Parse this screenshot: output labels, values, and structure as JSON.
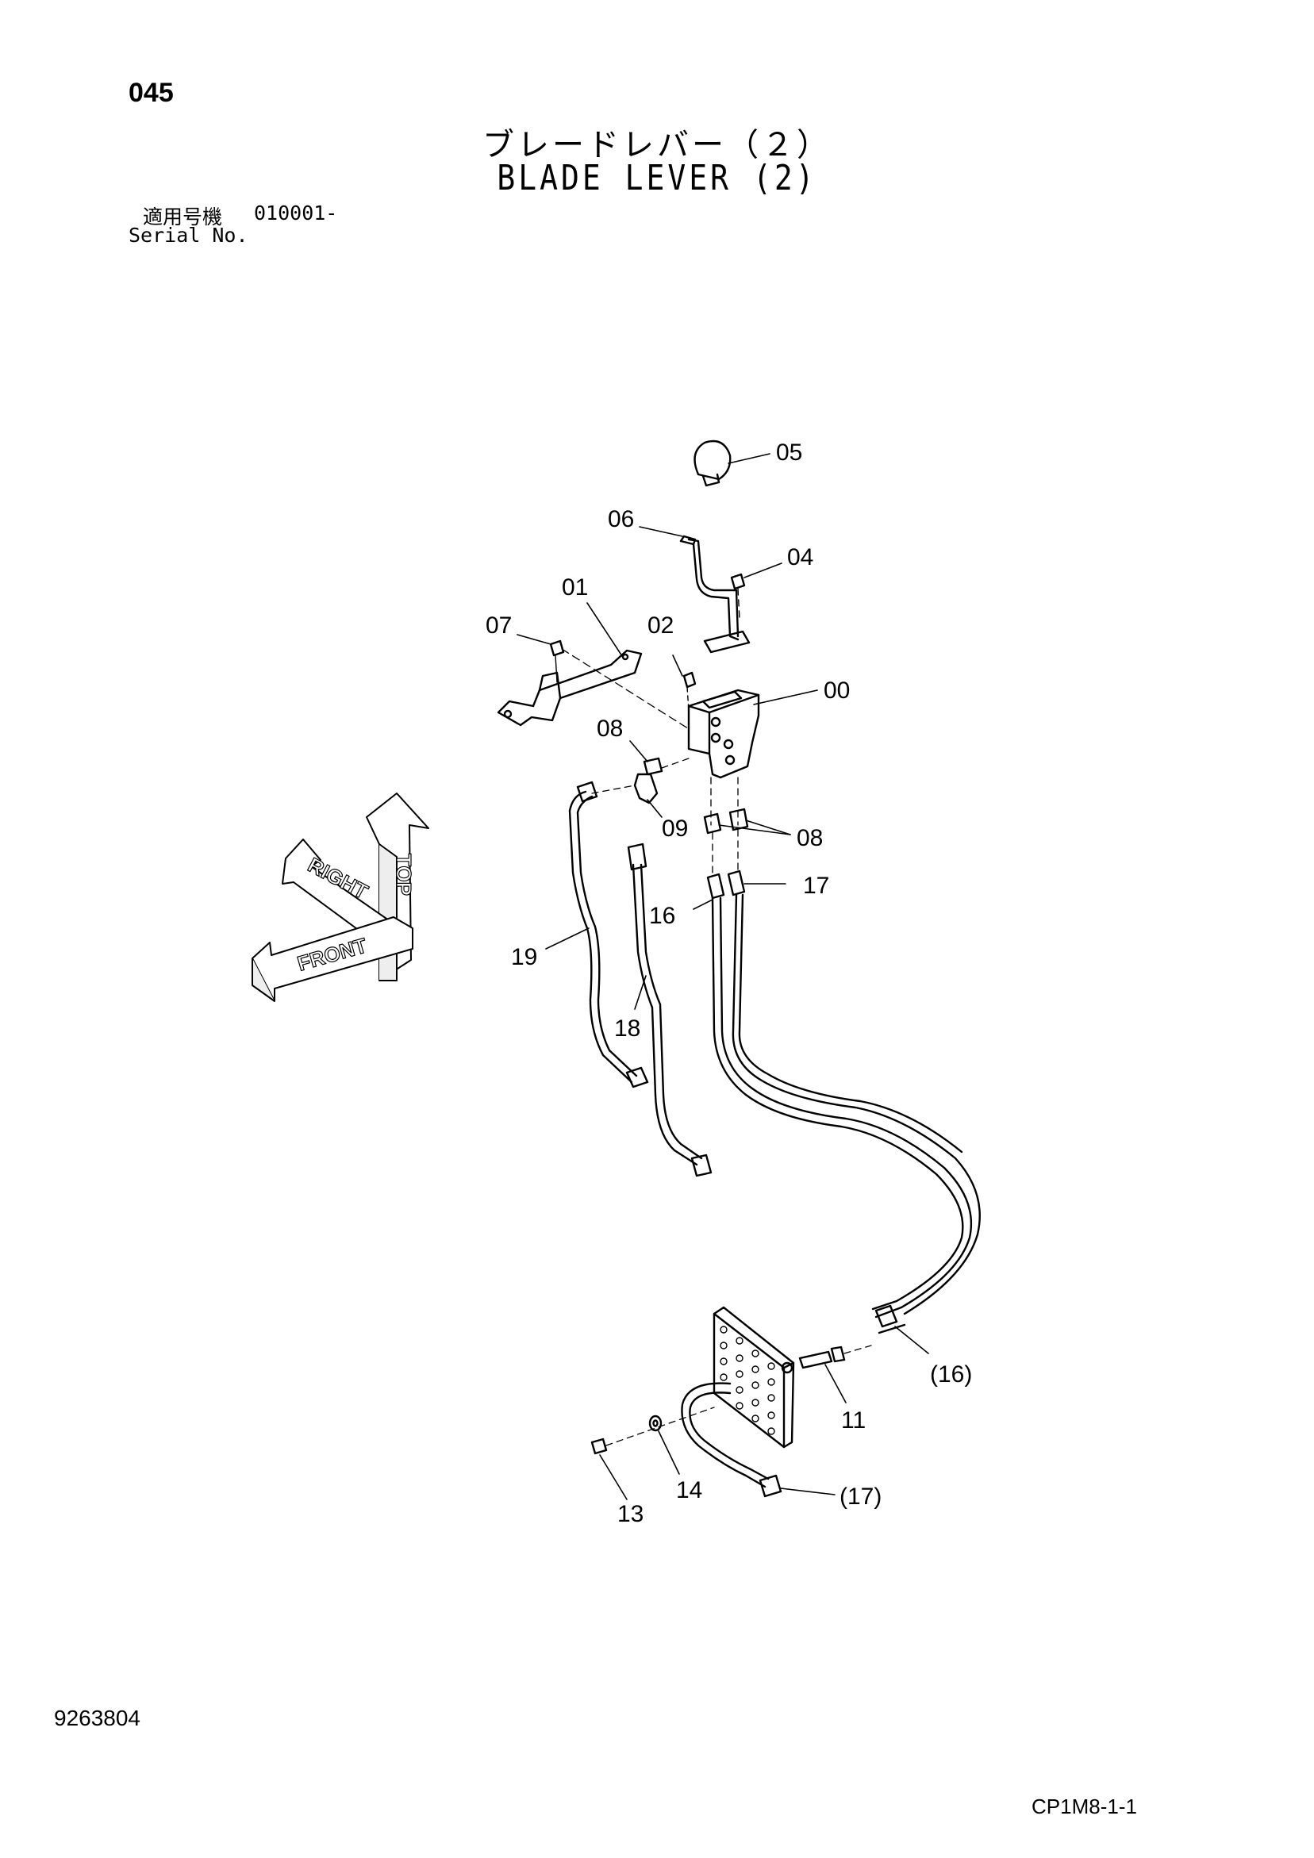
{
  "header": {
    "page_number": "045",
    "title_jp": "ブレードレバー（２）",
    "title_en": "BLADE LEVER (2)",
    "serial_label_jp": "適用号機",
    "serial_value": "010001-",
    "serial_label_en": "Serial No."
  },
  "orientation": {
    "top_label": "TOP",
    "right_label": "RIGHT",
    "front_label": "FRONT"
  },
  "callouts": {
    "c05": "05",
    "c06": "06",
    "c04": "04",
    "c01": "01",
    "c07": "07",
    "c02": "02",
    "c00": "00",
    "c08a": "08",
    "c09": "09",
    "c08b": "08",
    "c17": "17",
    "c16": "16",
    "c19": "19",
    "c18": "18",
    "c16b": "(16)",
    "c11": "11",
    "c14": "14",
    "c13": "13",
    "c17b": "(17)"
  },
  "footer": {
    "drawing_number": "9263804",
    "sheet_ref": "CP1M8-1-1"
  }
}
